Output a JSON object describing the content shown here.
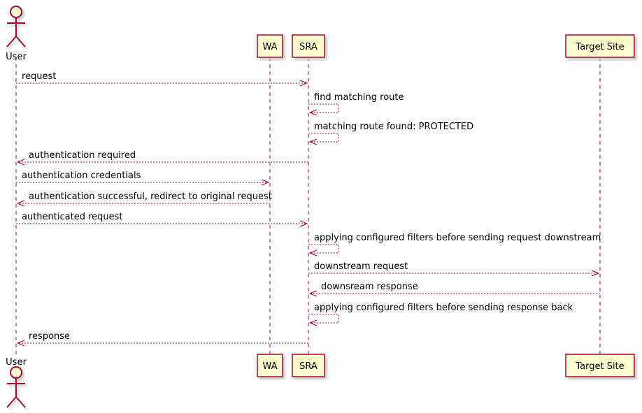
{
  "colors": {
    "line": "#A80036",
    "participant_fill": "#FEFECE",
    "shadow": "#C8C8C8",
    "text": "#000000"
  },
  "participants": [
    {
      "id": "user",
      "label": "User",
      "kind": "actor"
    },
    {
      "id": "wa",
      "label": "WA",
      "kind": "box"
    },
    {
      "id": "sra",
      "label": "SRA",
      "kind": "box"
    },
    {
      "id": "target",
      "label": "Target Site",
      "kind": "box"
    }
  ],
  "messages": [
    {
      "from": "user",
      "to": "sra",
      "label": "request"
    },
    {
      "from": "sra",
      "to": "sra",
      "label": "find matching route"
    },
    {
      "from": "sra",
      "to": "sra",
      "label": "matching route found: PROTECTED"
    },
    {
      "from": "sra",
      "to": "user",
      "label": "authentication required"
    },
    {
      "from": "user",
      "to": "wa",
      "label": "authentication credentials"
    },
    {
      "from": "wa",
      "to": "user",
      "label": "authentication successful, redirect to original request"
    },
    {
      "from": "user",
      "to": "sra",
      "label": "authenticated request"
    },
    {
      "from": "sra",
      "to": "sra",
      "label": "applying configured filters before sending request downstream"
    },
    {
      "from": "sra",
      "to": "target",
      "label": "downstream request"
    },
    {
      "from": "target",
      "to": "sra",
      "label": "downsream response"
    },
    {
      "from": "sra",
      "to": "sra",
      "label": "applying configured filters before sending response back"
    },
    {
      "from": "sra",
      "to": "user",
      "label": "response"
    }
  ]
}
